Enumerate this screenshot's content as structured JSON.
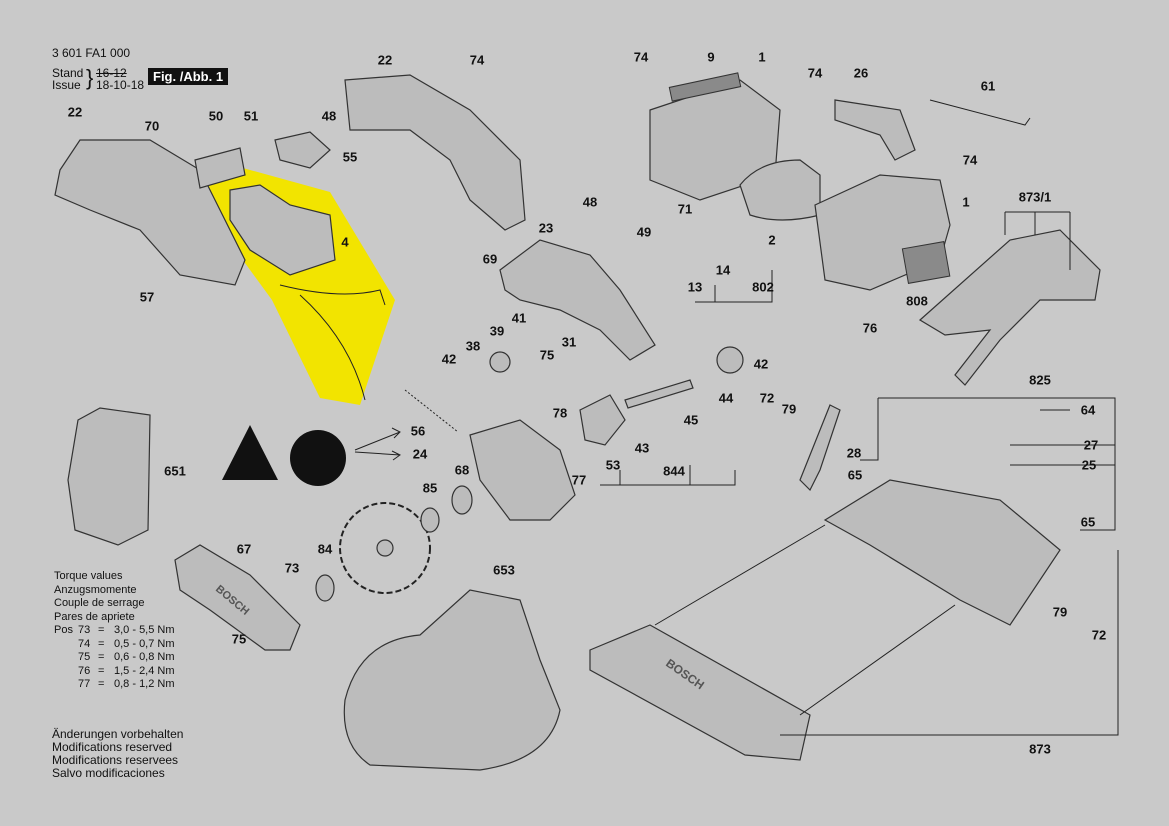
{
  "header": {
    "part_number": "3 601 FA1 000",
    "stand_label": "Stand",
    "issue_label": "Issue",
    "stand_value_struck": "16-12",
    "issue_value": "18-10-18",
    "figure_label": "Fig. /Abb. 1"
  },
  "torque": {
    "titles": [
      "Torque values",
      "Anzugsmomente",
      "Couple de serrage",
      "Pares de apriete"
    ],
    "pos_label": "Pos",
    "rows": [
      {
        "pos": "73",
        "eq": "=",
        "value": "3,0 - 5,5 Nm"
      },
      {
        "pos": "74",
        "eq": "=",
        "value": "0,5 - 0,7 Nm"
      },
      {
        "pos": "75",
        "eq": "=",
        "value": "0,6 - 0,8 Nm"
      },
      {
        "pos": "76",
        "eq": "=",
        "value": "1,5 - 2,4 Nm"
      },
      {
        "pos": "77",
        "eq": "=",
        "value": "0,8 - 1,2 Nm"
      }
    ]
  },
  "notes": [
    "Änderungen vorbehalten",
    "Modifications reserved",
    "Modifications reservees",
    "Salvo modificaciones"
  ],
  "labels": [
    "22",
    "70",
    "50",
    "51",
    "48",
    "55",
    "4",
    "57",
    "22",
    "74",
    "74",
    "9",
    "1",
    "74",
    "26",
    "61",
    "74",
    "1",
    "873/1",
    "48",
    "23",
    "71",
    "49",
    "2",
    "14",
    "69",
    "13",
    "802",
    "808",
    "76",
    "41",
    "39",
    "38",
    "31",
    "42",
    "75",
    "42",
    "825",
    "72",
    "79",
    "64",
    "78",
    "56",
    "45",
    "44",
    "27",
    "28",
    "24",
    "43",
    "25",
    "53",
    "68",
    "65",
    "77",
    "844",
    "651",
    "85",
    "65",
    "67",
    "84",
    "653",
    "73",
    "79",
    "72",
    "75",
    "873"
  ],
  "brand_marks": [
    "BOSCH",
    "BOSCH"
  ],
  "colors": {
    "background": "#c9c9c9",
    "highlight": "#f2e400"
  }
}
